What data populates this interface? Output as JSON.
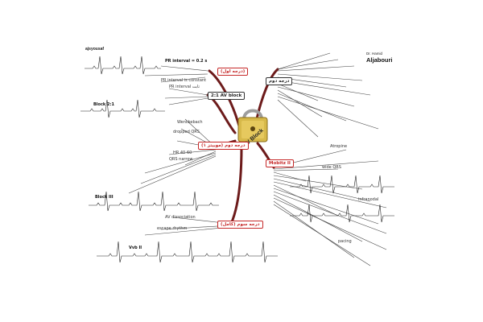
{
  "center": {
    "title": "AV Block"
  },
  "branches": {
    "left_top": "(درجه اول)",
    "left_mid": "2:1 AV block",
    "left_low": "(موبیتز ۱) درجه دوم",
    "left_bottom": "درجه سوم (کامل)",
    "right_top": "درجه دوم",
    "right_mid": "Mobitz II"
  },
  "strip_labels": {
    "top_left": "ajsyousaf",
    "pr_interval": "PR interval = 0.2 s",
    "block_21": "Block 2:1",
    "block_ii": "Block III",
    "vbb": "Vvb II"
  },
  "logo": {
    "top": "Dr. Hamid",
    "main": "Aljabouri"
  },
  "notes": {
    "pr_constant": "PR interval is constant",
    "pr_prolong": "PR interval ثابت",
    "wenck": "Wenckebach",
    "dropped": "dropped QRS",
    "av_dissoc": "AV dissociation",
    "qrs_narrow": "QRS narrow",
    "hr": "HR 40-60",
    "escape": "escape rhythm",
    "pacing": "pacing",
    "atropine": "Atropine",
    "infranodal": "infranodal",
    "wide_qrs": "wide QRS"
  },
  "colors": {
    "accent": "#c62828",
    "branch_line": "#6d1b1b",
    "ink": "#333333"
  }
}
